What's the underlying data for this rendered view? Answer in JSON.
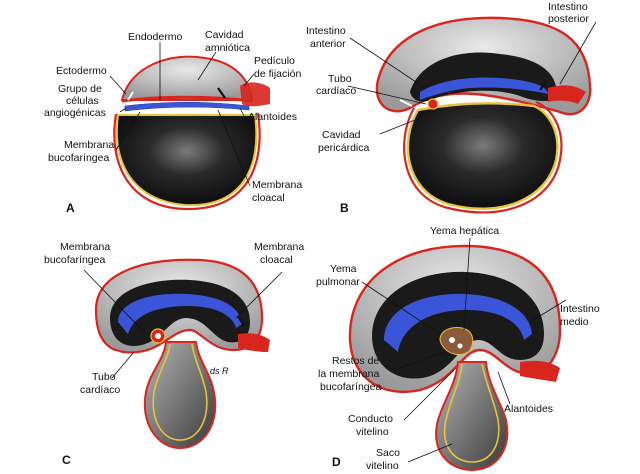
{
  "panels": {
    "A": {
      "letter": "A",
      "labels": {
        "endodermo": "Endodermo",
        "cavidad_amniotica_1": "Cavidad",
        "cavidad_amniotica_2": "amniótica",
        "ectodermo": "Ectodermo",
        "pediculo_1": "Pedículo",
        "pediculo_2": "de fijación",
        "grupo_1": "Grupo de",
        "grupo_2": "células",
        "grupo_3": "angiogénicas",
        "alantoides": "Alantoides",
        "membrana_buco_1": "Membrana",
        "membrana_buco_2": "bucofaríngea",
        "membrana_cloacal_1": "Membrana",
        "membrana_cloacal_2": "cloacal"
      }
    },
    "B": {
      "letter": "B",
      "labels": {
        "intestino_anterior_1": "Intestino",
        "intestino_anterior_2": "anterior",
        "intestino_posterior_1": "Intestino",
        "intestino_posterior_2": "posterior",
        "tubo_cardiaco_1": "Tubo",
        "tubo_cardiaco_2": "cardíaco",
        "cavidad_peri_1": "Cavidad",
        "cavidad_peri_2": "pericárdica"
      }
    },
    "C": {
      "letter": "C",
      "labels": {
        "membrana_buco_1": "Membrana",
        "membrana_buco_2": "bucofaríngea",
        "membrana_cloacal_1": "Membrana",
        "membrana_cloacal_2": "cloacal",
        "tubo_cardiaco_1": "Tubo",
        "tubo_cardiaco_2": "cardíaco",
        "signature": "ds R"
      }
    },
    "D": {
      "letter": "D",
      "labels": {
        "yema_hepatica": "Yema hepática",
        "yema_pulmonar_1": "Yema",
        "yema_pulmonar_2": "pulmonar",
        "intestino_medio_1": "Intestino",
        "intestino_medio_2": "medio",
        "restos_1": "Restos de",
        "restos_2": "la membrana",
        "restos_3": "bucofaríngea",
        "alantoides": "Alantoides",
        "conducto_1": "Conducto",
        "conducto_2": "vitelino",
        "saco_1": "Saco",
        "saco_2": "vitelino"
      }
    }
  },
  "colors": {
    "ectoderm": "#d8261f",
    "endoderm": "#3a55d8",
    "mesoderm_yolk": "#e8c33a",
    "cavity_dark": "#141414",
    "amnion_gray": "#b9b9b9"
  }
}
